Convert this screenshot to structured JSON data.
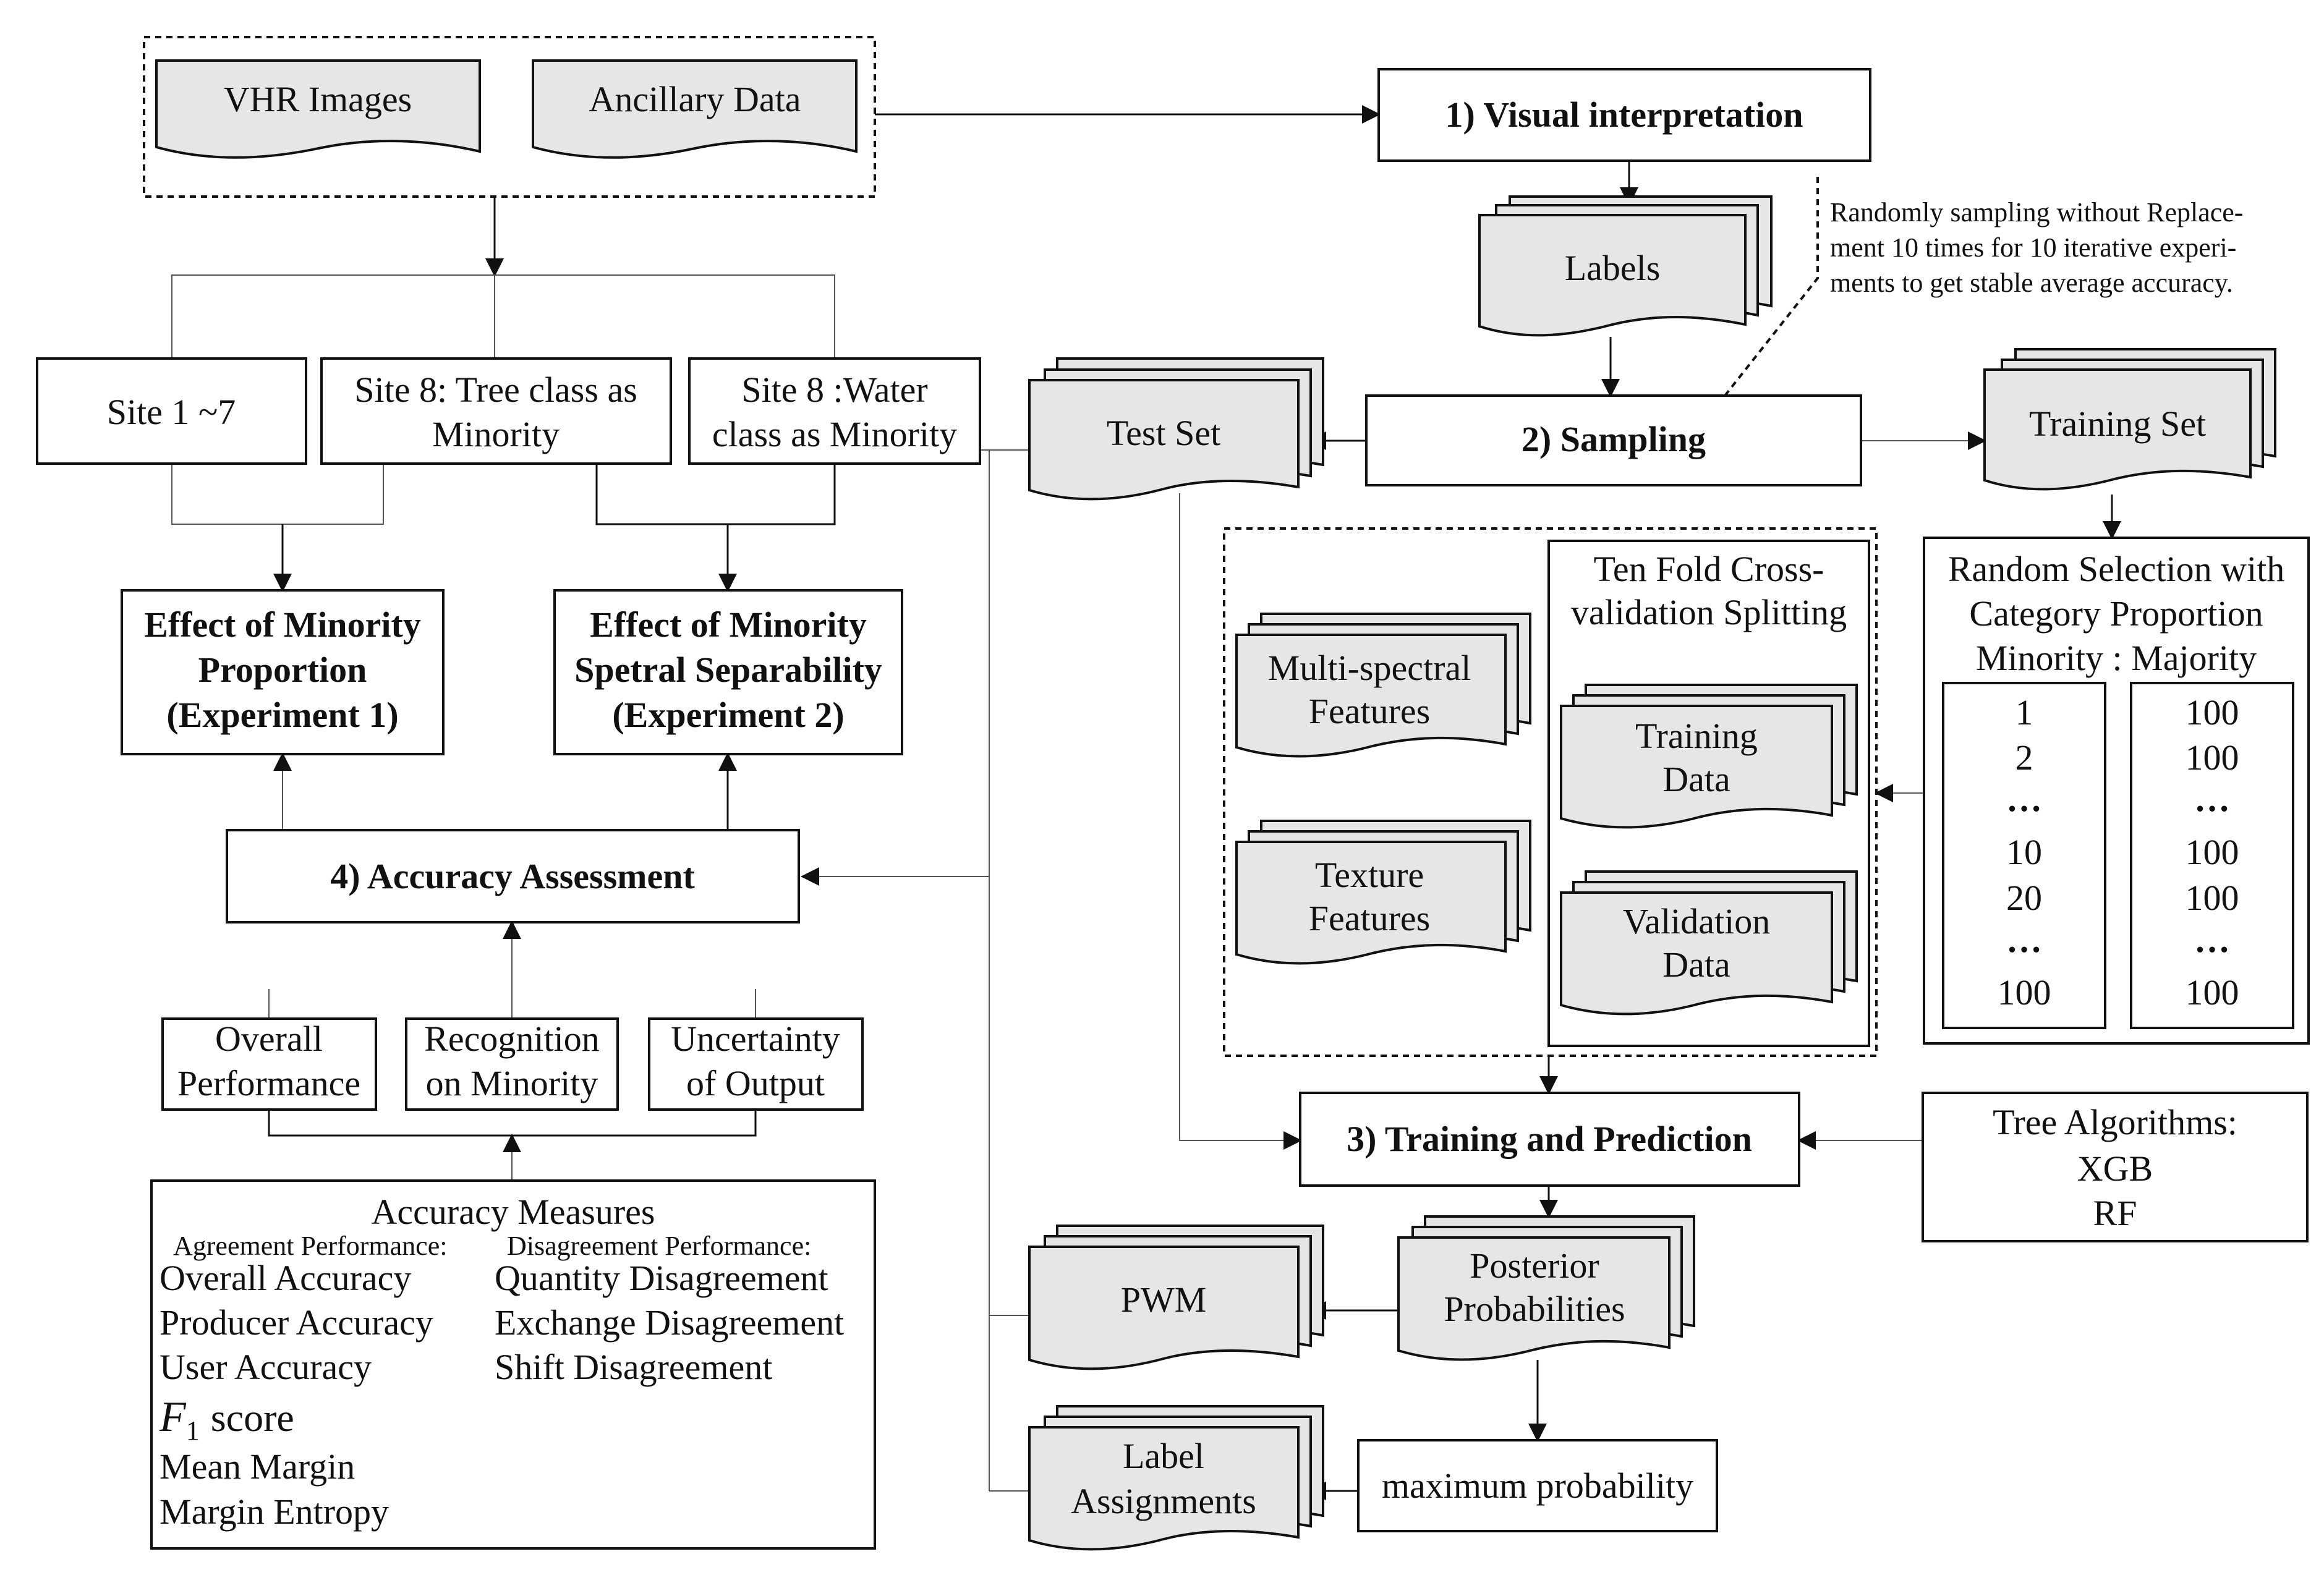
{
  "inputs": {
    "vhr_images": "VHR Images",
    "ancillary_data": "Ancillary Data"
  },
  "sites": {
    "site_1_7": "Site 1 ~7",
    "site8_tree": [
      "Site 8: Tree class as",
      "Minority"
    ],
    "site8_water": [
      "Site 8 :Water",
      "class as Minority"
    ]
  },
  "experiments": {
    "exp1": [
      "Effect of Minority",
      "Proportion",
      "(Experiment 1)"
    ],
    "exp2": [
      "Effect of Minority",
      "Spetral Separability",
      "(Experiment 2)"
    ]
  },
  "accuracy_assessment": "4) Accuracy Assessment",
  "assessment_aspects": {
    "overall": [
      "Overall",
      "Performance"
    ],
    "recognition": [
      "Recognition",
      "on Minority"
    ],
    "uncertainty": [
      "Uncertainty",
      "of Output"
    ]
  },
  "accuracy_measures": {
    "title": "Accuracy Measures",
    "agreement_heading": "Agreement Performance:",
    "disagreement_heading": "Disagreement Performance:",
    "agreement_items": [
      "Overall Accuracy",
      "Producer Accuracy",
      "User Accuracy"
    ],
    "f1_symbol": "F",
    "f1_subscript": "1",
    "f1_word": "score",
    "margin_items": [
      "Mean Margin",
      "Margin Entropy"
    ],
    "disagreement_items": [
      "Quantity Disagreement",
      "Exchange Disagreement",
      "Shift Disagreement"
    ]
  },
  "steps": {
    "visual_interpretation": "1) Visual interpretation",
    "sampling": "2) Sampling",
    "training_prediction": "3) Training and Prediction"
  },
  "sampling_note": [
    "Randomly sampling without Replace-",
    "ment 10 times for 10 iterative experi-",
    "ments to get stable average accuracy."
  ],
  "documents": {
    "labels": "Labels",
    "test_set": "Test Set",
    "training_set": "Training Set",
    "multispectral": [
      "Multi-spectral",
      "Features"
    ],
    "texture": [
      "Texture",
      "Features"
    ],
    "training_data": [
      "Training",
      "Data"
    ],
    "validation_data": [
      "Validation",
      "Data"
    ],
    "pwm": "PWM",
    "label_assignments": [
      "Label",
      "Assignments"
    ],
    "posterior": [
      "Posterior",
      "Probabilities"
    ]
  },
  "cross_validation": [
    "Ten Fold Cross-",
    "validation Splitting"
  ],
  "random_selection": {
    "title": [
      "Random Selection with",
      "Category Proportion",
      "Minority : Majority"
    ],
    "minority": [
      "1",
      "2",
      "…",
      "10",
      "20",
      "…",
      "100"
    ],
    "majority": [
      "100",
      "100",
      "…",
      "100",
      "100",
      "…",
      "100"
    ]
  },
  "tree_algorithms": {
    "title": "Tree Algorithms:",
    "items": [
      "XGB",
      "RF"
    ]
  },
  "max_probability": "maximum probability"
}
